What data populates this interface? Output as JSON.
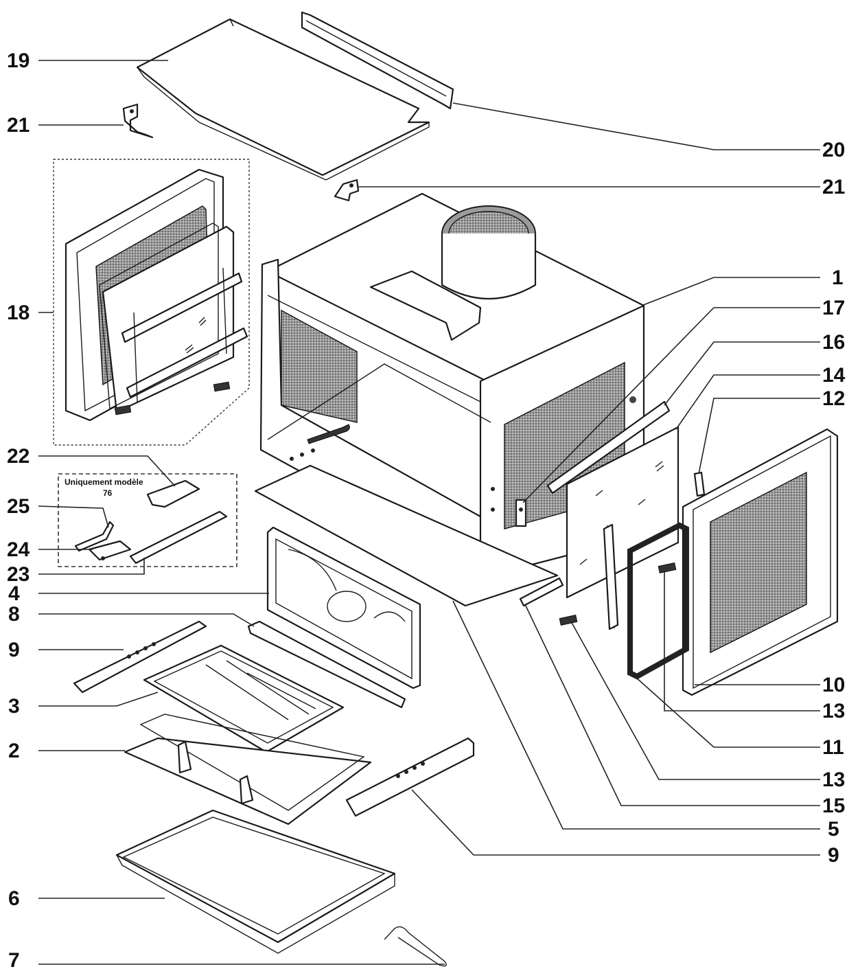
{
  "callouts": {
    "c19": "19",
    "c21a": "21",
    "c20": "20",
    "c21b": "21",
    "c18": "18",
    "c1": "1",
    "c17": "17",
    "c16": "16",
    "c14": "14",
    "c12": "12",
    "c22": "22",
    "c25": "25",
    "c24": "24",
    "c23": "23",
    "c4": "4",
    "c8": "8",
    "c9a": "9",
    "c3": "3",
    "c2": "2",
    "c10": "10",
    "c13a": "13",
    "c11": "11",
    "c13b": "13",
    "c15": "15",
    "c5": "5",
    "c9b": "9",
    "c6": "6",
    "c7": "7"
  },
  "note": {
    "line1": "Uniquement modèle",
    "line2": "76"
  }
}
